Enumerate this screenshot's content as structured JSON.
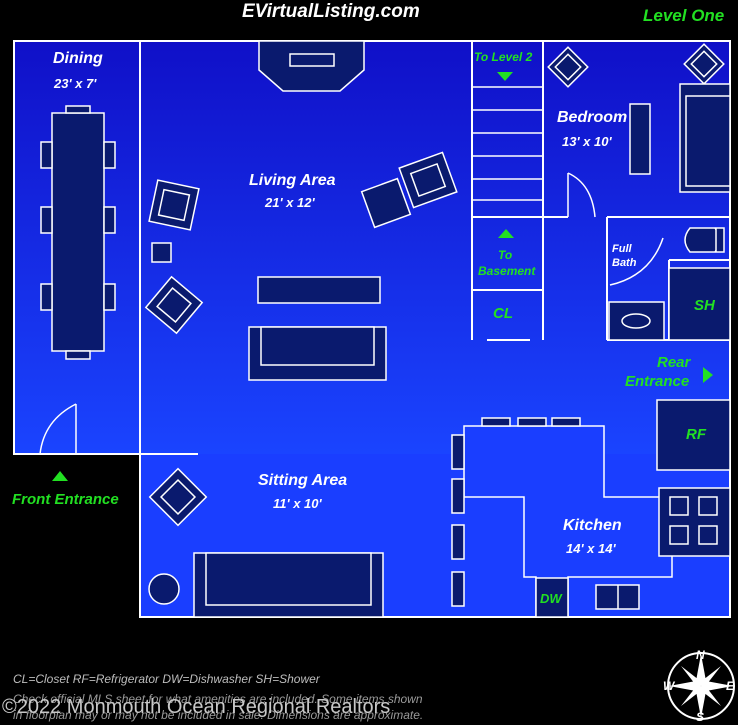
{
  "header": {
    "site": "EVirtualListing.com",
    "level": "Level One"
  },
  "rooms": {
    "dining": {
      "name": "Dining",
      "dims": "23' x 7'"
    },
    "living": {
      "name": "Living Area",
      "dims": "21' x 12'"
    },
    "bedroom": {
      "name": "Bedroom",
      "dims": "13' x 10'"
    },
    "sitting": {
      "name": "Sitting Area",
      "dims": "11' x 10'"
    },
    "kitchen": {
      "name": "Kitchen",
      "dims": "14' x 14'"
    },
    "full_bath": {
      "line1": "Full",
      "line2": "Bath"
    }
  },
  "labels": {
    "to_level2": "To Level 2",
    "to_basement_1": "To",
    "to_basement_2": "Basement",
    "closet": "CL",
    "shower": "SH",
    "refrigerator": "RF",
    "dishwasher": "DW",
    "rear_entrance_1": "Rear",
    "rear_entrance_2": "Entrance",
    "front_entrance": "Front Entrance"
  },
  "compass": {
    "n": "N",
    "s": "S",
    "e": "E",
    "w": "W"
  },
  "footer": {
    "legend": "CL=Closet RF=Refrigerator  DW=Dishwasher  SH=Shower",
    "disclaimer_1": "Check official MLS sheet for what amenities are included. Some items shown",
    "disclaimer_2": "in floorplan may or may not be included in sale. Dimensions are approximate.",
    "copyright": "©2022 Monmouth Ocean Regional Realtors"
  },
  "colors": {
    "background": "#000000",
    "floor_top": "#1010c8",
    "floor_bottom": "#1a3cff",
    "wall": "#ffffff",
    "furniture": "#0a1a6e",
    "label_green": "#22e022"
  }
}
